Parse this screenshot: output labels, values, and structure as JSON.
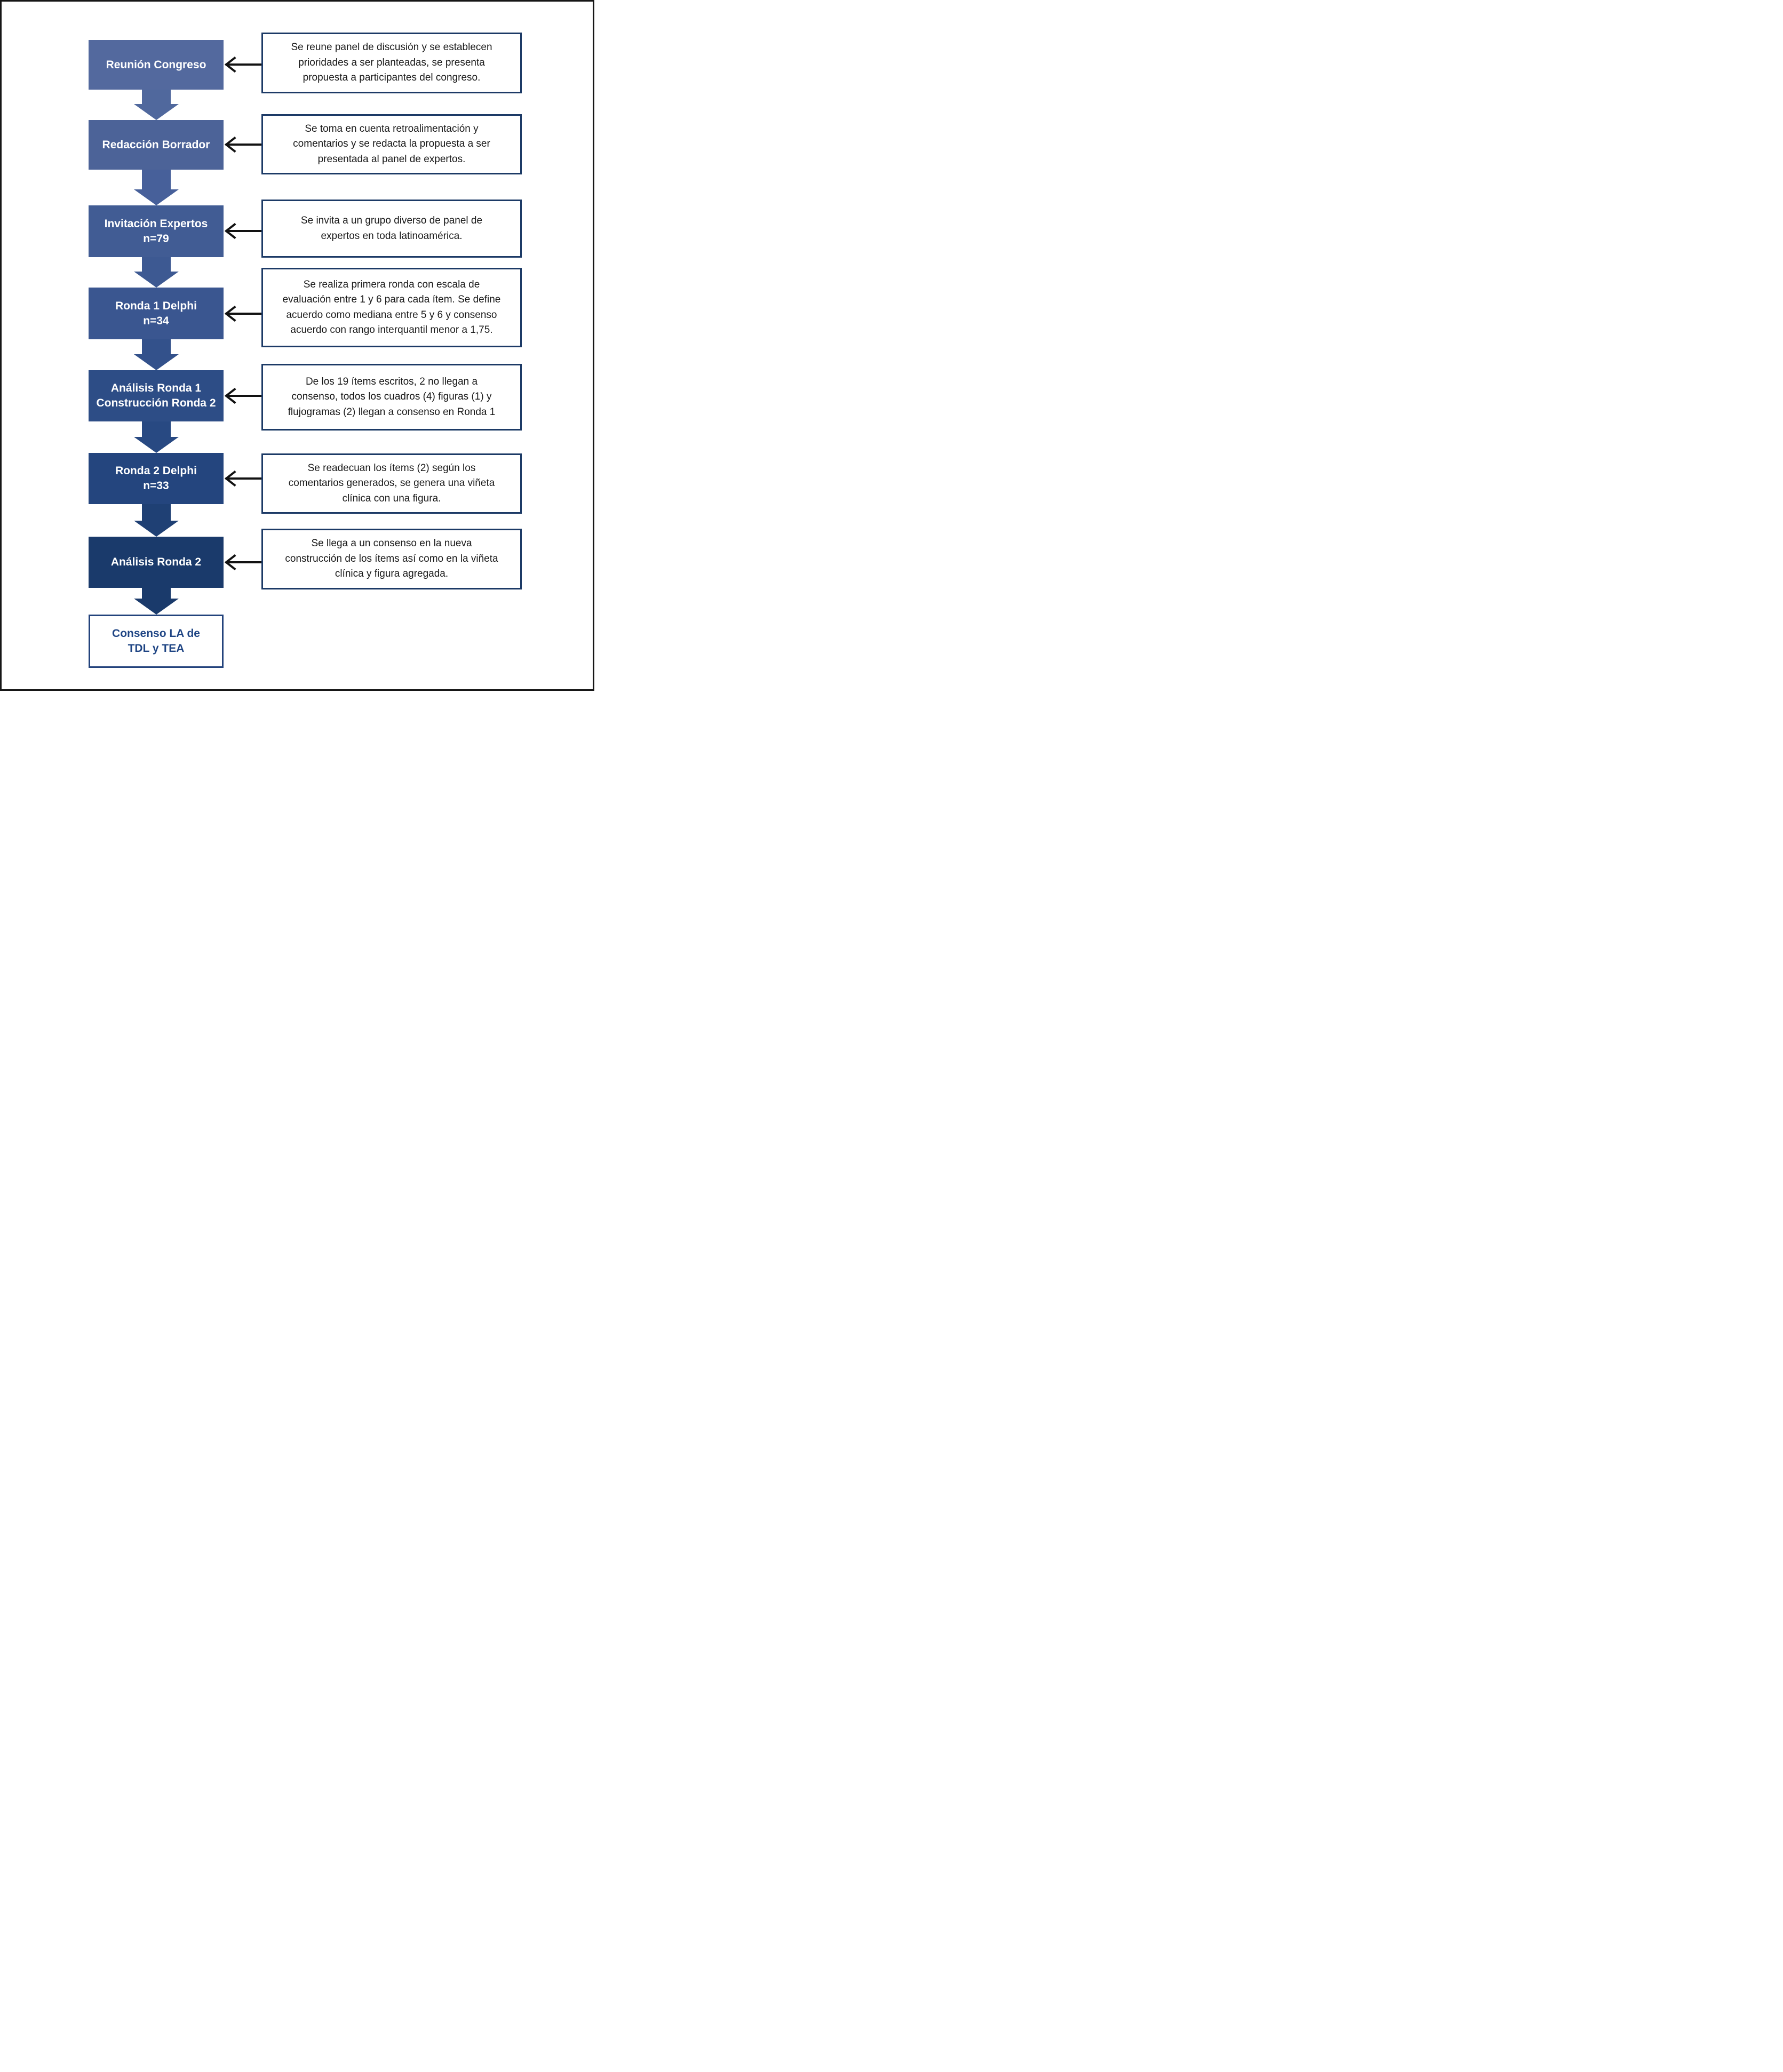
{
  "flow": {
    "steps": [
      {
        "label": "Reunión Congreso",
        "label2": "",
        "note": "Se reune panel de discusión y se establecen prioridades a ser planteadas, se presenta propuesta a participantes del congreso."
      },
      {
        "label": "Redacción Borrador",
        "label2": "",
        "note": "Se toma en cuenta retroalimentación y comentarios y se redacta la propuesta a ser presentada al panel de expertos."
      },
      {
        "label": "Invitación Expertos",
        "label2": "n=79",
        "note": "Se invita a un grupo diverso de panel de expertos en toda latinoamérica."
      },
      {
        "label": "Ronda 1 Delphi",
        "label2": "n=34",
        "note": "Se realiza primera ronda con escala de evaluación entre 1 y 6 para cada ítem. Se define acuerdo como mediana entre 5 y 6 y consenso acuerdo con rango interquantil menor a 1,75."
      },
      {
        "label": "Análisis Ronda 1",
        "label2": "Construcción Ronda 2",
        "note": "De los 19 ítems escritos, 2 no llegan a consenso, todos los cuadros (4) figuras (1) y flujogramas (2) llegan a consenso en Ronda 1"
      },
      {
        "label": "Ronda 2 Delphi",
        "label2": "n=33",
        "note": "Se readecuan los ítems (2) según los comentarios generados, se genera una viñeta clínica con una figura."
      },
      {
        "label": "Análisis Ronda 2",
        "label2": "",
        "note": "Se llega a un consenso en la nueva construcción de los ítems así como en la viñeta clínica y figura agregada."
      }
    ],
    "final": {
      "label": "Consenso LA de",
      "label2": "TDL y TEA"
    }
  },
  "colors": {
    "boxes": [
      "#53699e",
      "#4c6398",
      "#415c94",
      "#3a5690",
      "#2d4d86",
      "#24457e",
      "#1a3a6b"
    ],
    "arrows": [
      "#50689d",
      "#47609a",
      "#3d5992",
      "#33518b",
      "#284982",
      "#1f4074",
      "#1a3a6b"
    ],
    "css": {
      "page-border": "#161616",
      "desc-border": "#1c3a66",
      "desc-text": "#191919",
      "final-border": "#23437c",
      "final-text": "#1f4584",
      "arrow-line": "#121212",
      "box-text": "#ffffff"
    }
  }
}
